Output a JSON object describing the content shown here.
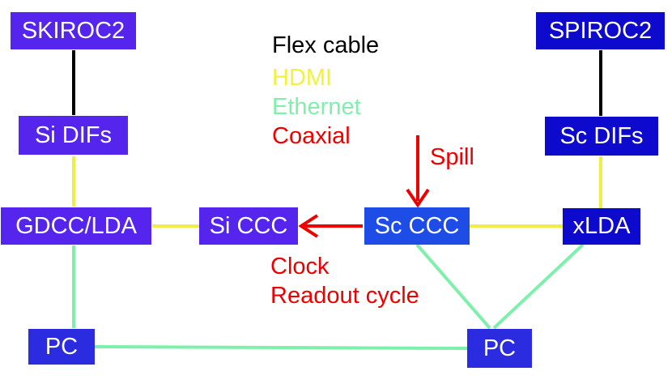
{
  "nodes": {
    "skiroc": "SKIROC2",
    "spiroc": "SPIROC2",
    "si_difs": "Si DIFs",
    "sc_difs": "Sc DIFs",
    "gdcc_lda": "GDCC/LDA",
    "si_ccc": "Si CCC",
    "sc_ccc": "Sc CCC",
    "xlda": "xLDA",
    "pc_left": "PC",
    "pc_right": "PC"
  },
  "legend": [
    {
      "label": "Flex cable",
      "color": "#000000"
    },
    {
      "label": "HDMI",
      "color": "#f2f23c"
    },
    {
      "label": "Ethernet",
      "color": "#7ef0ac"
    },
    {
      "label": "Coaxial",
      "color": "#ff0000"
    }
  ],
  "signals": {
    "spill": "Spill",
    "clock": "Clock",
    "readout": "Readout cycle"
  },
  "colors": {
    "flex": "#000000",
    "hdmi": "#eeee44",
    "ethernet": "#7ef0ac",
    "coaxial": "#ee0000",
    "si_box": "#5525ee",
    "sc_box": "#0d0acd",
    "sc_ccc_box": "#1d4ce6"
  }
}
